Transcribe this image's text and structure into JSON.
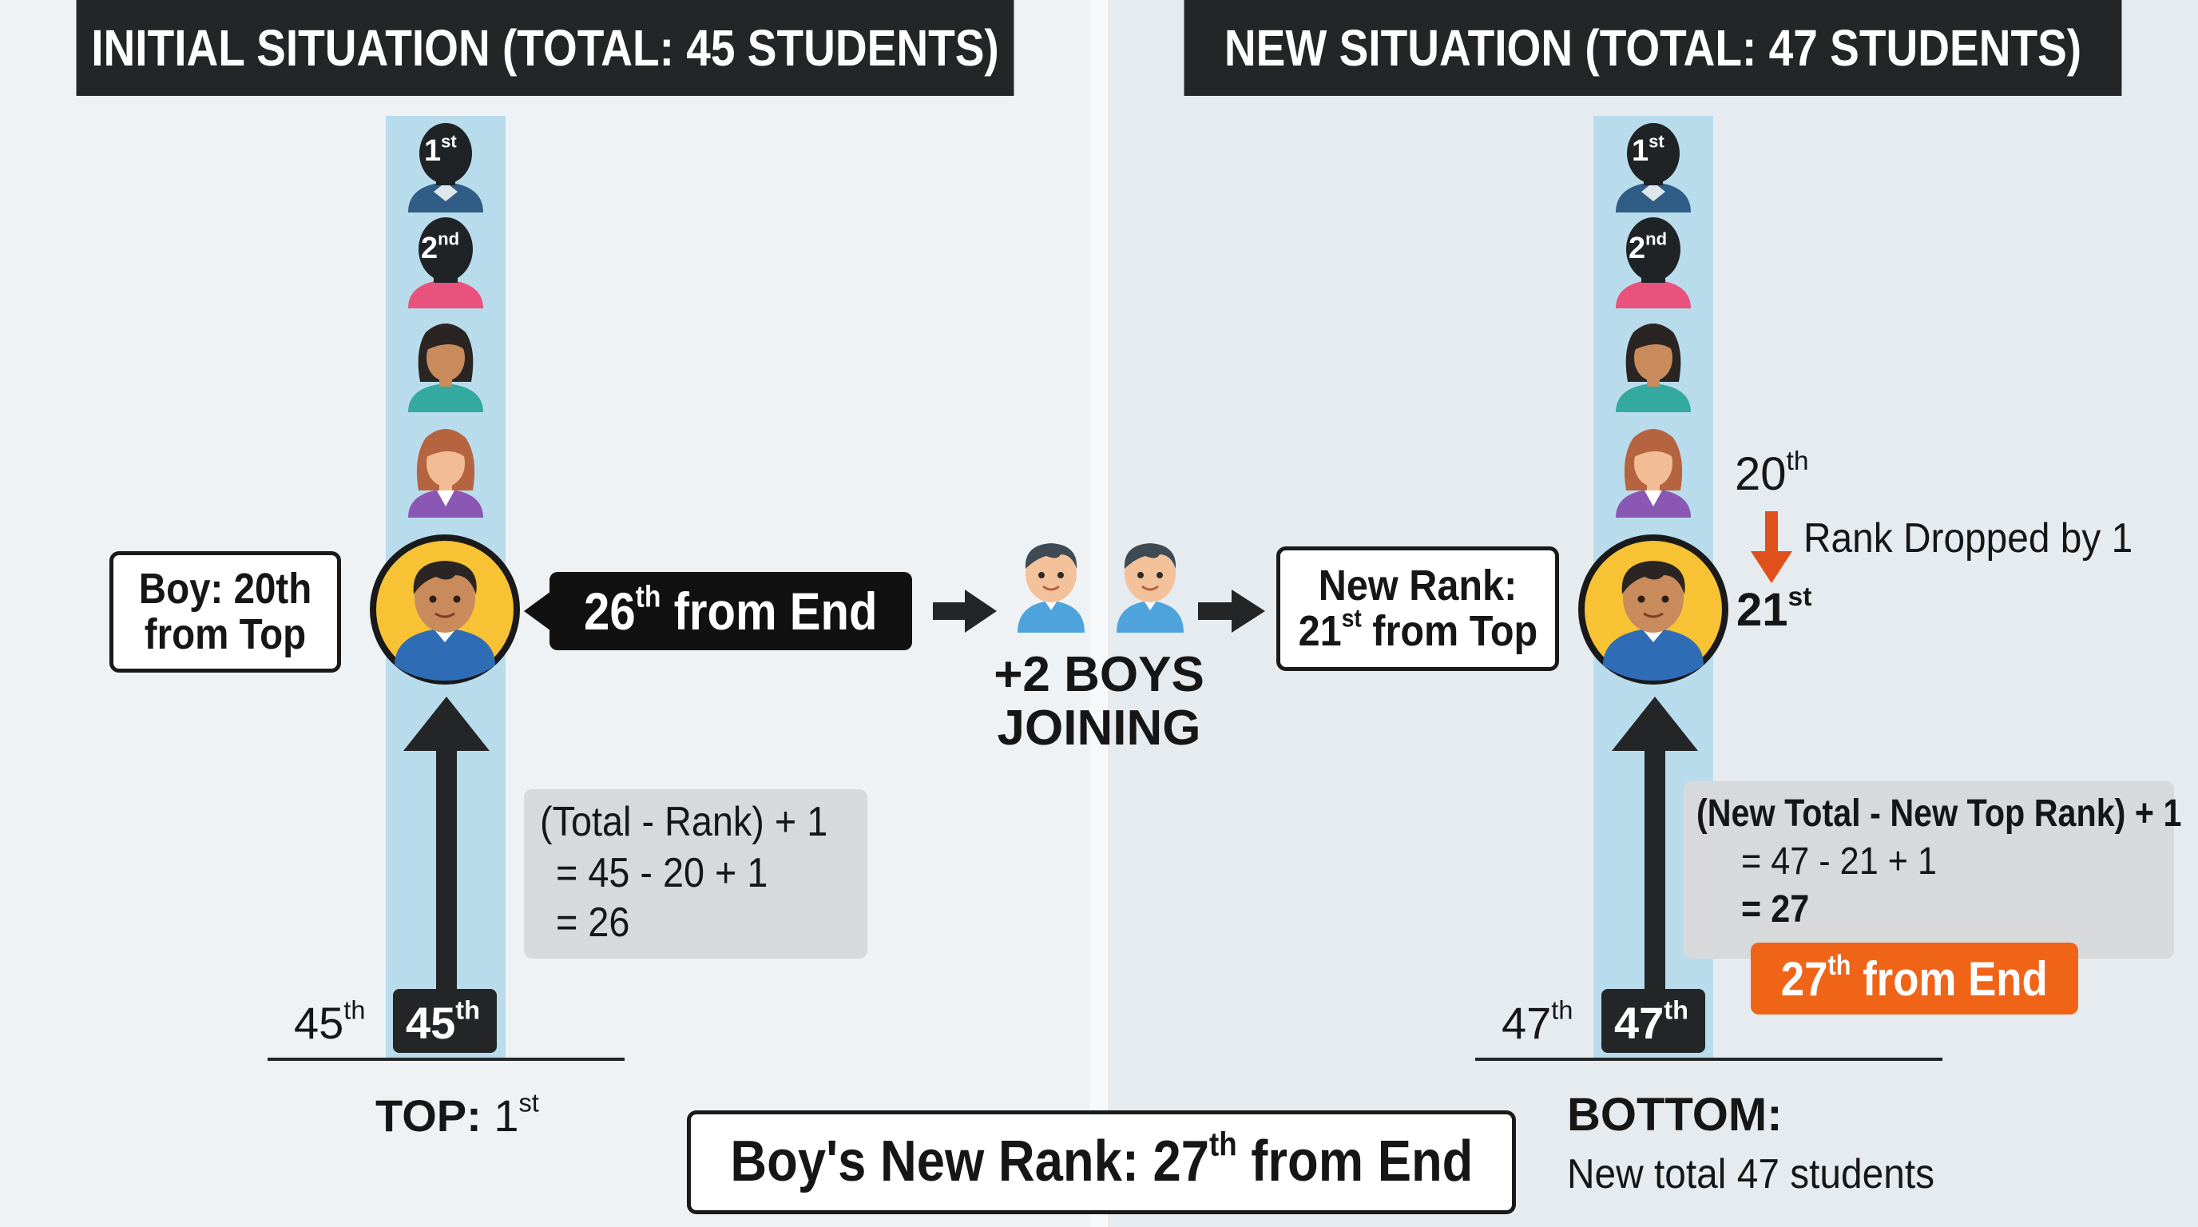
{
  "left": {
    "header": "INITIAL SITUATION (TOTAL: 45 STUDENTS)",
    "badge_1": {
      "num": "1",
      "suffix": "st"
    },
    "badge_2": {
      "num": "2",
      "suffix": "nd"
    },
    "boy_label_line1": "Boy: 20th",
    "boy_label_line2": "from Top",
    "from_end_tag": {
      "num": "26",
      "suffix": "th",
      "text": " from End"
    },
    "calc_lines": [
      "(Total - Rank) + 1",
      "= 45 - 20 + 1",
      "= 26"
    ],
    "bottom_rank": {
      "num": "45",
      "suffix": "th"
    },
    "bottom_badge": {
      "num": "45",
      "suffix": "th"
    },
    "top_label": {
      "bold": "TOP:",
      "num": " 1",
      "suffix": "st"
    }
  },
  "middle": {
    "join_line1": "+2 BOYS",
    "join_line2": "JOINING"
  },
  "right": {
    "header": "NEW SITUATION (TOTAL: 47 STUDENTS)",
    "badge_1": {
      "num": "1",
      "suffix": "st"
    },
    "badge_2": {
      "num": "2",
      "suffix": "nd"
    },
    "new_rank_line1": "New Rank:",
    "new_rank_line2": {
      "num": "21",
      "suffix": "st",
      "text": " from Top"
    },
    "old_rank": {
      "num": "20",
      "suffix": "th"
    },
    "dropped_text": "Rank Dropped by 1",
    "new_rank_num": {
      "num": "21",
      "suffix": "st"
    },
    "calc_lines": [
      "(New Total - New Top Rank) + 1",
      "= 47 - 21 + 1",
      "= 27"
    ],
    "result_tag": {
      "num": "27",
      "suffix": "th",
      "text": " from End"
    },
    "bottom_rank": {
      "num": "47",
      "suffix": "th"
    },
    "bottom_badge": {
      "num": "47",
      "suffix": "th"
    },
    "bottom_title": "BOTTOM:",
    "bottom_desc": "New total 47 students"
  },
  "final": {
    "prefix": "Boy's New Rank: ",
    "num": "27",
    "suffix": "th",
    "text": " from End"
  },
  "colors": {
    "header_bg": "#232527",
    "lane": "#b9dcec",
    "boy_ring": "#f7c233",
    "accent_orange": "#f06418",
    "calc_bg": "#d7d9db"
  }
}
